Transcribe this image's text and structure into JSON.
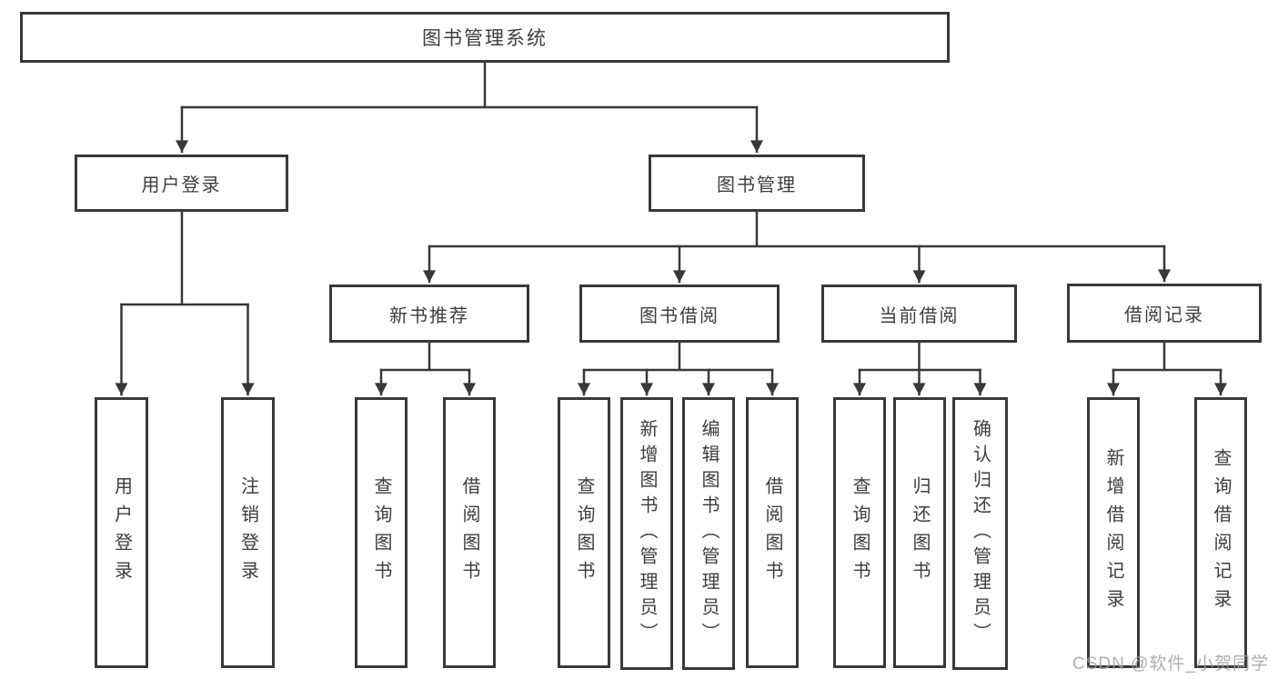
{
  "watermark": "CSDN @软件_小贺同学",
  "colors": {
    "line": "#383838",
    "box_border": "#383838",
    "text": "#3d3d3d",
    "background": "#ffffff",
    "watermark": "#a0a0a0"
  },
  "tree": {
    "label": "图书管理系统",
    "children": [
      {
        "label": "用户登录",
        "children": [
          {
            "label": "用户登录"
          },
          {
            "label": "注销登录"
          }
        ]
      },
      {
        "label": "图书管理",
        "children": [
          {
            "label": "新书推荐",
            "children": [
              {
                "label": "查询图书"
              },
              {
                "label": "借阅图书"
              }
            ]
          },
          {
            "label": "图书借阅",
            "children": [
              {
                "label": "查询图书"
              },
              {
                "label": "新增图书（管理员）"
              },
              {
                "label": "编辑图书（管理员）"
              },
              {
                "label": "借阅图书"
              }
            ]
          },
          {
            "label": "当前借阅",
            "children": [
              {
                "label": "查询图书"
              },
              {
                "label": "归还图书"
              },
              {
                "label": "确认归还（管理员）"
              }
            ]
          },
          {
            "label": "借阅记录",
            "children": [
              {
                "label": "新增借阅记录"
              },
              {
                "label": "查询借阅记录"
              }
            ]
          }
        ]
      }
    ]
  }
}
